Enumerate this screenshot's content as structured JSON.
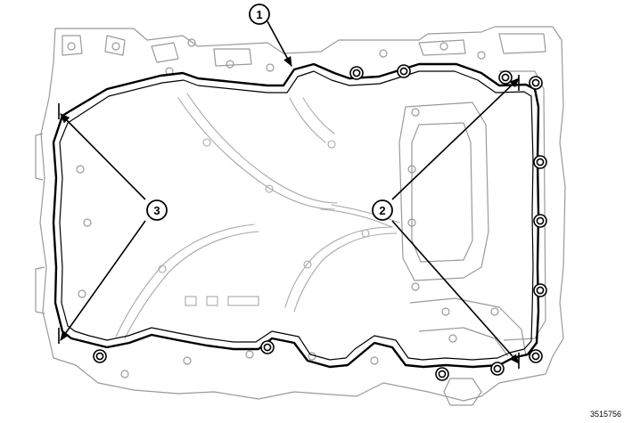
{
  "figure": {
    "figure_number": "3515756",
    "callouts": [
      {
        "label": "1"
      },
      {
        "label": "2"
      },
      {
        "label": "3"
      }
    ]
  }
}
